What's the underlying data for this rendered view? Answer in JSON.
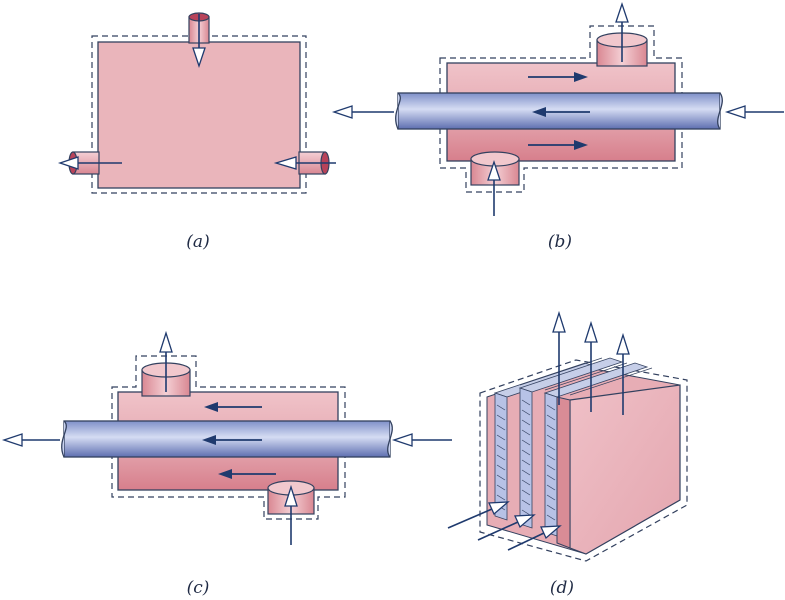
{
  "panels": {
    "a": {
      "caption": "(a)"
    },
    "b": {
      "caption": "(b)"
    },
    "c": {
      "caption": "(c)"
    },
    "d": {
      "caption": "(d)"
    }
  },
  "colors": {
    "hot_fluid": "#e8aab2",
    "hot_fluid_dark": "#d9808c",
    "hot_fluid_light": "#f1c8cd",
    "cold_tube": "#8f9fd4",
    "cold_tube_light": "#c9d2ef",
    "cold_tube_dark": "#5f70b5",
    "outline": "#33415f",
    "arrow_dark": "#1f3a6e",
    "boundary_dash": "#33415f"
  }
}
